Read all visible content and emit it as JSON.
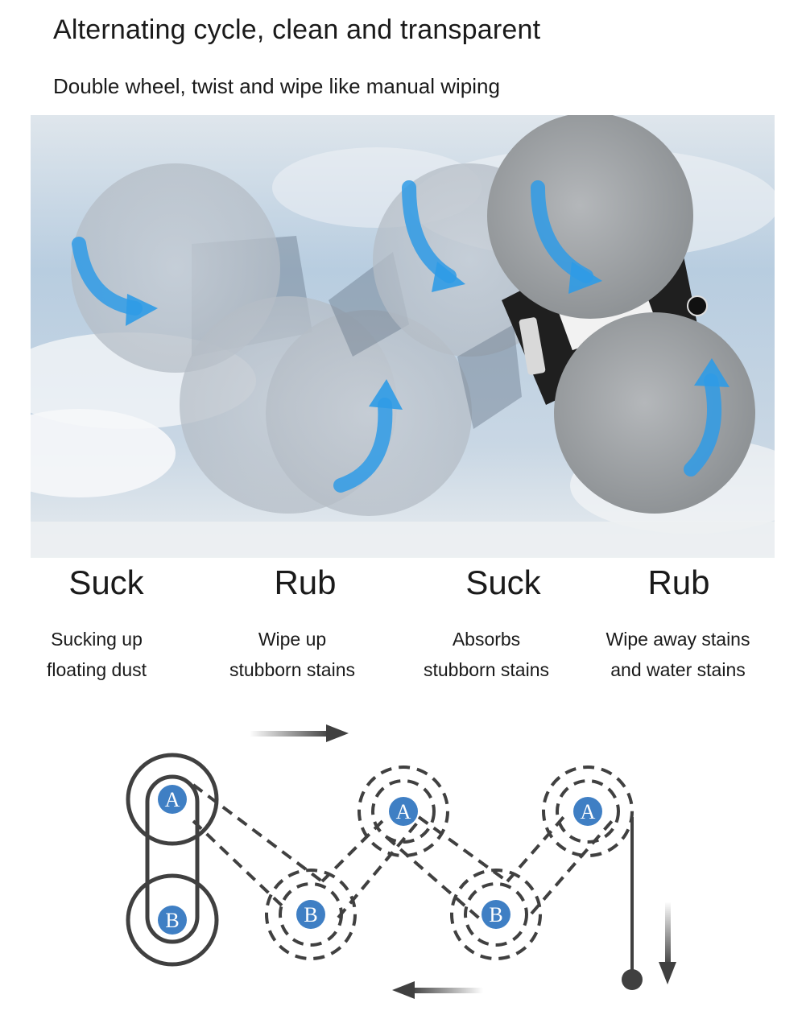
{
  "header": {
    "title": "Alternating cycle, clean and transparent",
    "subtitle": "Double wheel, twist and wipe like manual wiping"
  },
  "steps": [
    {
      "label": "Suck",
      "description_line1": "Sucking up",
      "description_line2": "floating dust"
    },
    {
      "label": "Rub",
      "description_line1": "Wipe up",
      "description_line2": "stubborn stains"
    },
    {
      "label": "Suck",
      "description_line1": "Absorbs",
      "description_line2": "stubborn stains"
    },
    {
      "label": "Rub",
      "description_line1": "Wipe away stains",
      "description_line2": "and water stains"
    }
  ],
  "diagram": {
    "wheel_a_label": "A",
    "wheel_b_label": "B"
  },
  "colors": {
    "arrow_blue": "#2f9be6",
    "pad_grey": "#a9adb0",
    "sky_blue": "#a9c3dc",
    "wheel_badge_blue": "#3f7fc4",
    "diagram_stroke": "#404040"
  }
}
